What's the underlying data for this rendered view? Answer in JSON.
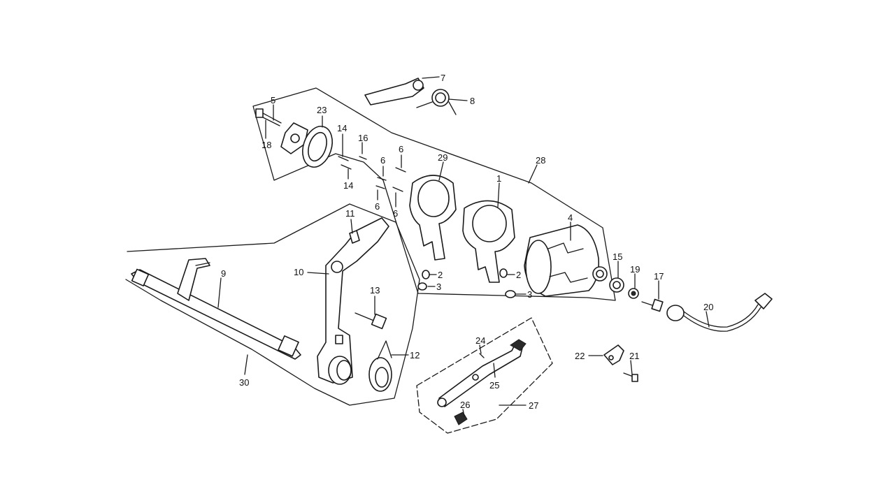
{
  "callouts": {
    "c1": "1",
    "c2a": "2",
    "c2b": "2",
    "c3a": "3",
    "c3b": "3",
    "c4": "4",
    "c5": "5",
    "c6a": "6",
    "c6b": "6",
    "c6c": "6",
    "c6d": "6",
    "c7": "7",
    "c8": "8",
    "c9": "9",
    "c10": "10",
    "c11": "11",
    "c12": "12",
    "c13": "13",
    "c14a": "14",
    "c14b": "14",
    "c15": "15",
    "c16": "16",
    "c17": "17",
    "c18": "18",
    "c19": "19",
    "c20": "20",
    "c21": "21",
    "c22": "22",
    "c23": "23",
    "c24": "24",
    "c25": "25",
    "c26": "26",
    "c27": "27",
    "c28": "28",
    "c29": "29",
    "c30": "30"
  }
}
